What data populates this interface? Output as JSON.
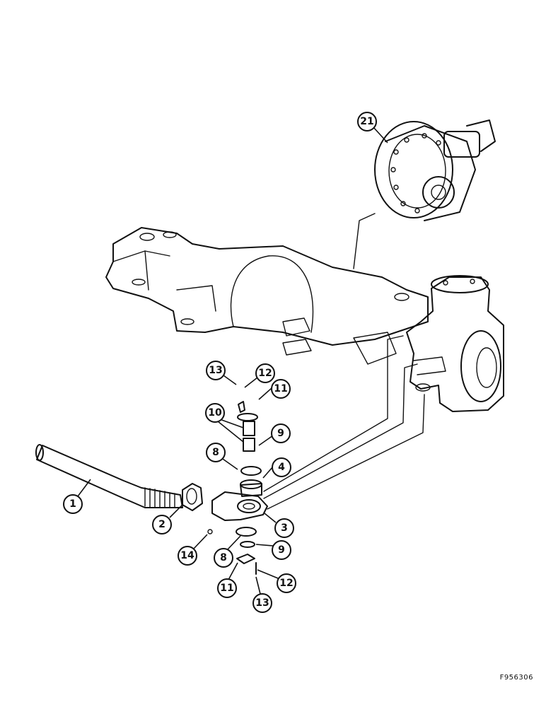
{
  "figure": {
    "code": "F956306",
    "callouts": [
      "21",
      "13",
      "12",
      "11",
      "10",
      "9",
      "8",
      "4",
      "1",
      "2",
      "3",
      "14",
      "8",
      "9",
      "11",
      "12",
      "13"
    ]
  },
  "parts": {
    "differential": "differential-assembly",
    "axle_housing": "axle-housing",
    "steering_knuckle": "steering-knuckle",
    "tie_rod": "tie-rod",
    "nut": "nut",
    "tie_rod_end": "tie-rod-end"
  }
}
